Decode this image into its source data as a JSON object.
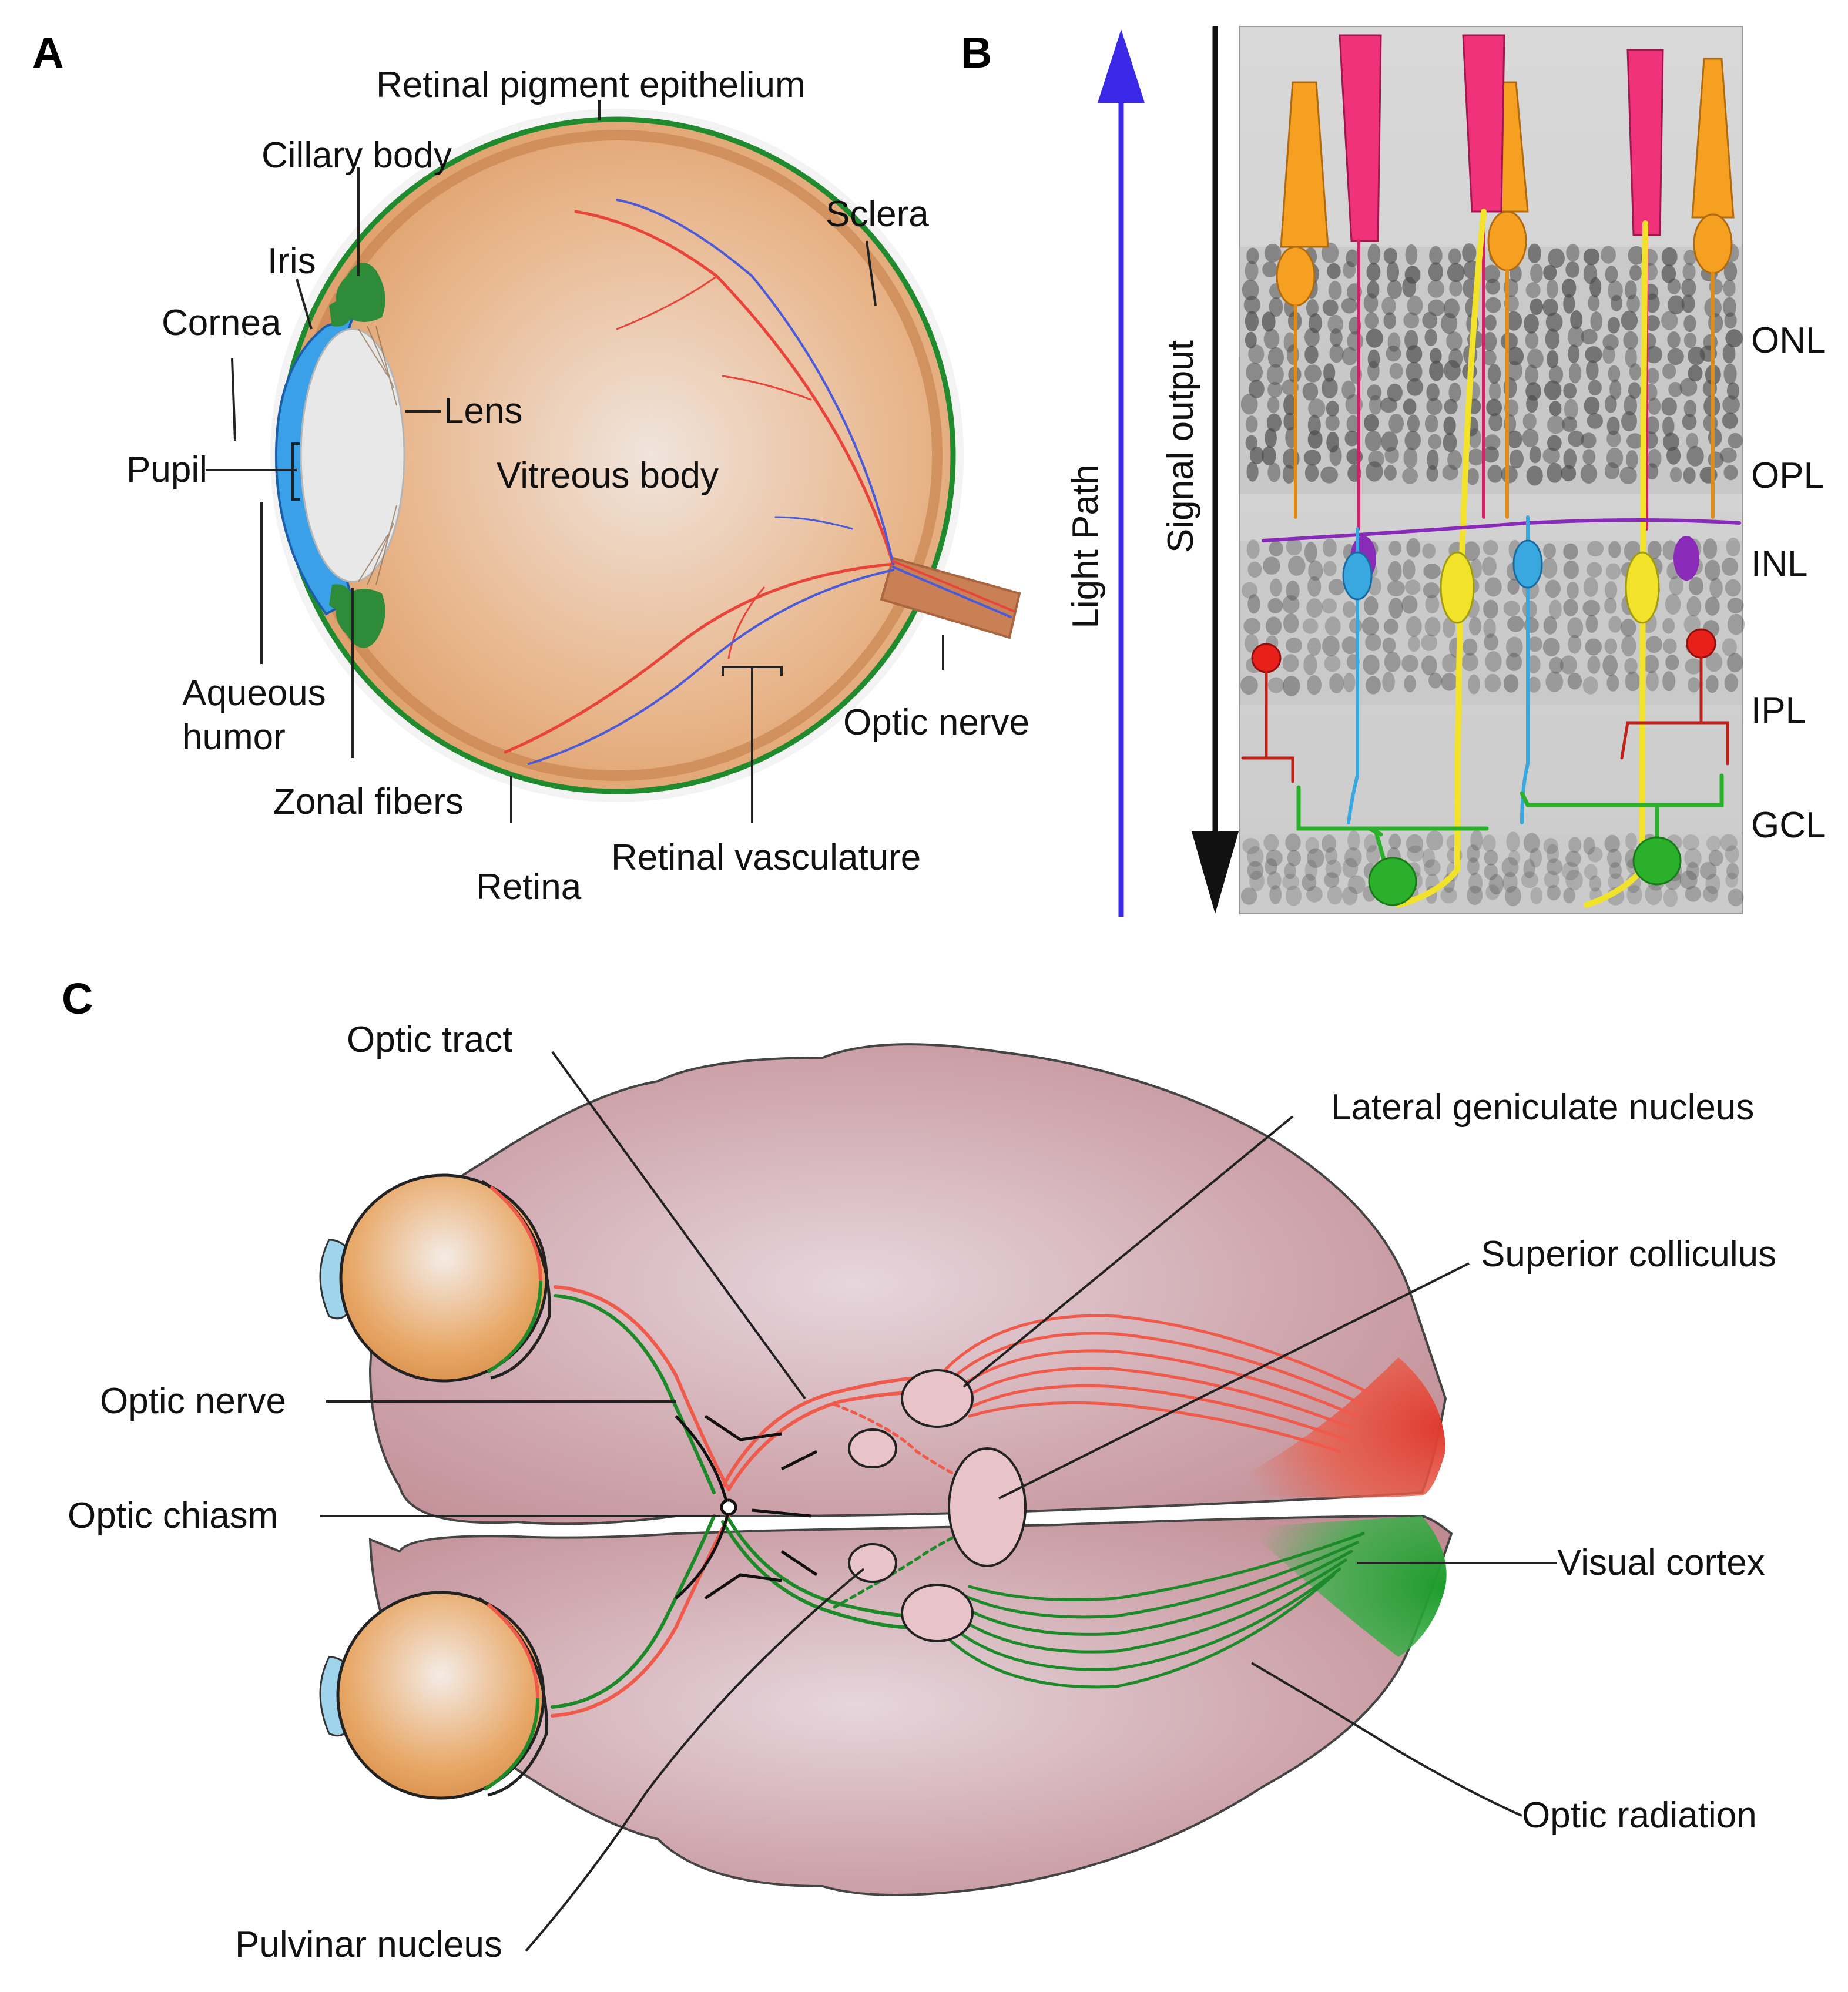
{
  "panels": {
    "a": {
      "letter": "A",
      "labels": {
        "retinal_pigment_epithelium": "Retinal pigment epithelium",
        "ciliary_body": "Cillary body",
        "iris": "Iris",
        "sclera": "Sclera",
        "cornea": "Cornea",
        "lens": "Lens",
        "pupil": "Pupil",
        "vitreous_body": "Vitreous body",
        "aqueous_humor_line1": "Aqueous",
        "aqueous_humor_line2": "humor",
        "optic_nerve": "Optic nerve",
        "zonal_fibers": "Zonal fibers",
        "retinal_vasculature": "Retinal vasculature",
        "retina": "Retina"
      }
    },
    "b": {
      "letter": "B",
      "light_path": "Light Path",
      "signal_output": "Signal output",
      "layers": [
        "ONL",
        "OPL",
        "INL",
        "IPL",
        "GCL"
      ]
    },
    "c": {
      "letter": "C",
      "labels": {
        "optic_tract": "Optic tract",
        "lateral_geniculate_nucleus": "Lateral geniculate nucleus",
        "superior_colliculus": "Superior colliculus",
        "optic_nerve": "Optic nerve",
        "optic_chiasm": "Optic chiasm",
        "visual_cortex": "Visual cortex",
        "optic_radiation": "Optic radiation",
        "pulvinar_nucleus": "Pulvinar nucleus"
      }
    }
  },
  "colors": {
    "eyeball": "#e9a873",
    "sclera_green": "#1f8a2e",
    "cornea_blue": "#3aa0e8",
    "ciliary_green": "#2e8b3a",
    "vessel_red": "#e8443a",
    "vessel_blue": "#4a5ad8",
    "rod_pink": "#f0327a",
    "cone_orange": "#f5a020",
    "bipolar_blue": "#3aa8e0",
    "muller_yellow": "#f2e32a",
    "horizontal_purple": "#8a2ab8",
    "ganglion_green": "#2ab02a",
    "amacrine_red": "#c0201a",
    "light_arrow_blue": "#3a2ae8",
    "brain_pink": "#c9939a",
    "tract_red": "#ef5a4a",
    "tract_green": "#1d8a2a"
  }
}
